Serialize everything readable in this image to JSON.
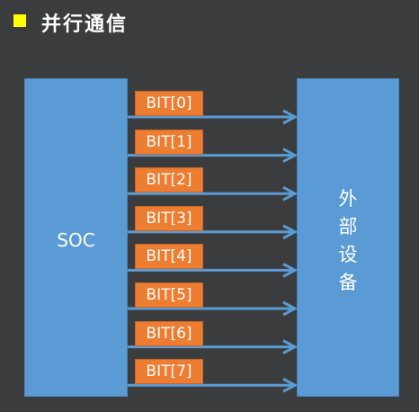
{
  "title": "并行通信",
  "soc_label": "SOC",
  "device_label": [
    "外",
    "部",
    "设",
    "备"
  ],
  "bits": [
    "BIT[0]",
    "BIT[1]",
    "BIT[2]",
    "BIT[3]",
    "BIT[4]",
    "BIT[5]",
    "BIT[6]",
    "BIT[7]"
  ],
  "colors": {
    "background": "#3b3c3e",
    "block": "#5b9bd5",
    "bit_label": "#ed7d31",
    "title_marker": "#ffff00"
  }
}
